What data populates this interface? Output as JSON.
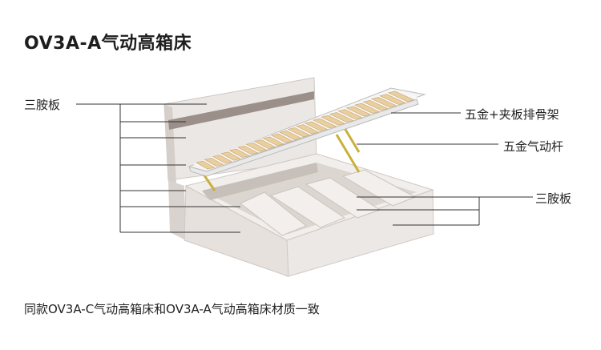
{
  "title": "OV3A-A气动高箱床",
  "callouts": {
    "left_panel": "三胺板",
    "hardware_frame": "五金+夹板排骨架",
    "gas_strut": "五金气动杆",
    "right_panel": "三胺板"
  },
  "footer": "同款OV3A-C气动高箱床和OV3A-A气动高箱床材质一致",
  "colors": {
    "panel_light": "#ebe7e4",
    "panel_mid": "#d9d3cf",
    "panel_dark": "#c6bfba",
    "stripe": "#9b8f8a",
    "slat": "#e9cf9f",
    "slat_edge": "#c9a46c",
    "frame_white": "#f4f4f4",
    "strut": "#c9b03a",
    "leader_line": "#333333"
  }
}
